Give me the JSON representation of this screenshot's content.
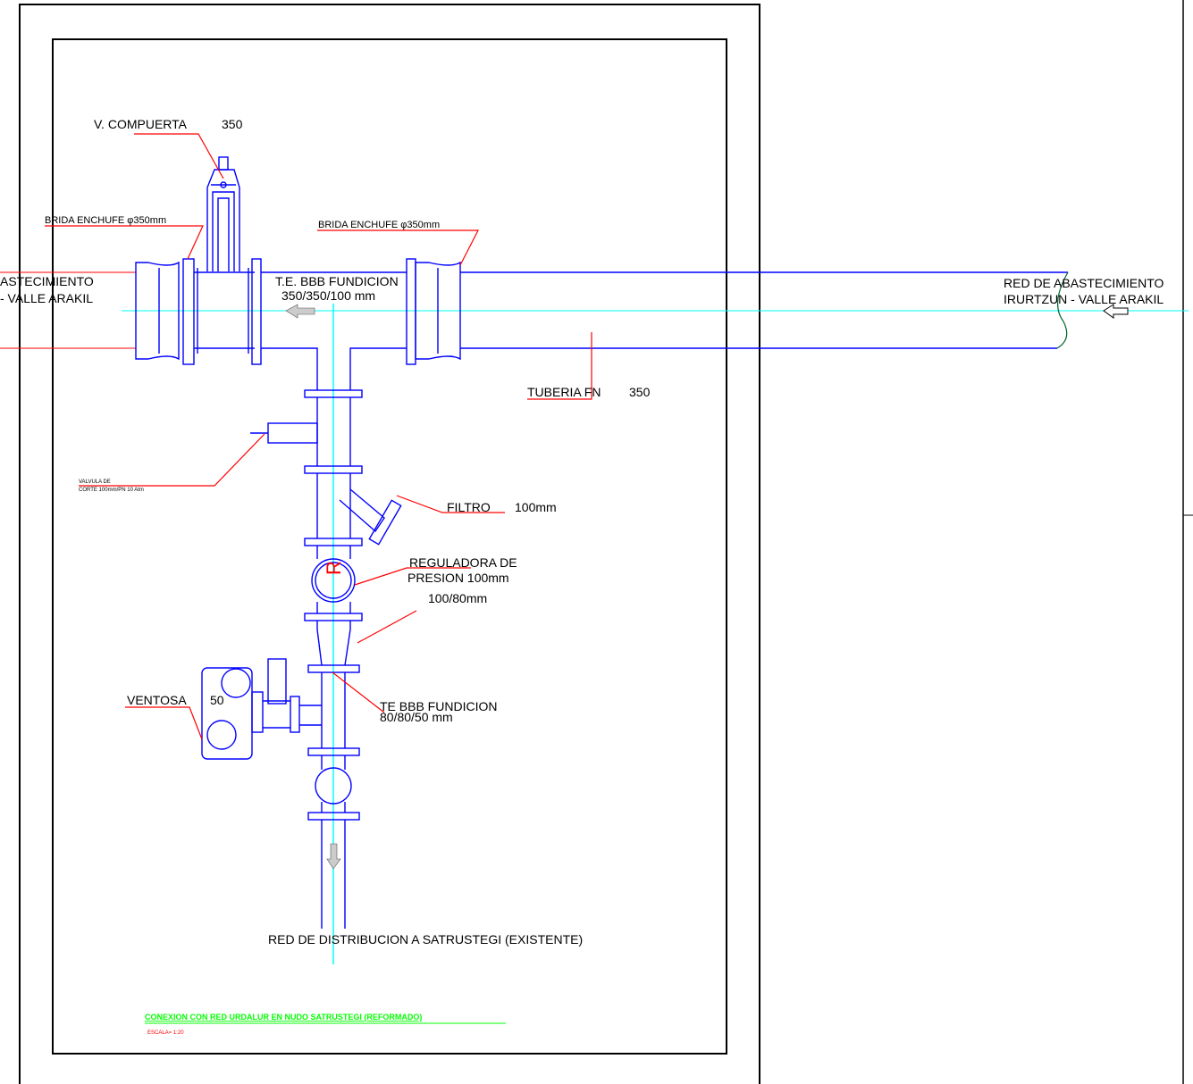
{
  "labels": {
    "v_compuerta": "V. COMPUERTA",
    "v_compuerta_size": "350",
    "brida_left": "BRIDA ENCHUFE φ350mm",
    "brida_right": "BRIDA ENCHUFE φ350mm",
    "left_red_line1": "ASTECIMIENTO",
    "left_red_line2": "- VALLE ARAKIL",
    "te_main_line1": "T.E. BBB FUNDICION",
    "te_main_line2": "350/350/100 mm",
    "right_red_line1": "RED DE ABASTECIMIENTO",
    "right_red_line2": "IRURTZUN - VALLE ARAKIL",
    "tuberia": "TUBERIA FN",
    "tuberia_size": "350",
    "valvula_line1": "VALVULA DE",
    "valvula_line2": "CORTE     100mm/PN 10 Atm",
    "filtro": "FILTRO",
    "filtro_size": "100mm",
    "reguladora_line1": "REGULADORA DE",
    "reguladora_line2": "PRESION     100mm",
    "reductor": "100/80mm",
    "reguladora_symbol": "R",
    "ventosa": "VENTOSA",
    "ventosa_size": "50",
    "te_small_line1": "TE BBB FUNDICION",
    "te_small_line2": "80/80/50 mm",
    "red_distribucion": "RED DE DISTRIBUCION A SATRUSTEGI (EXISTENTE)",
    "drawing_title": "CONEXION CON RED URDALUR EN NUDO SATRUSTEGI (REFORMADO)",
    "escala": "ESCALA= 1:20"
  },
  "colors": {
    "pipe": "#0000ff",
    "axis": "#00ffff",
    "leader": "#ff0000",
    "title": "#00ff00",
    "frame": "#000000",
    "break_mark": "#006633"
  }
}
